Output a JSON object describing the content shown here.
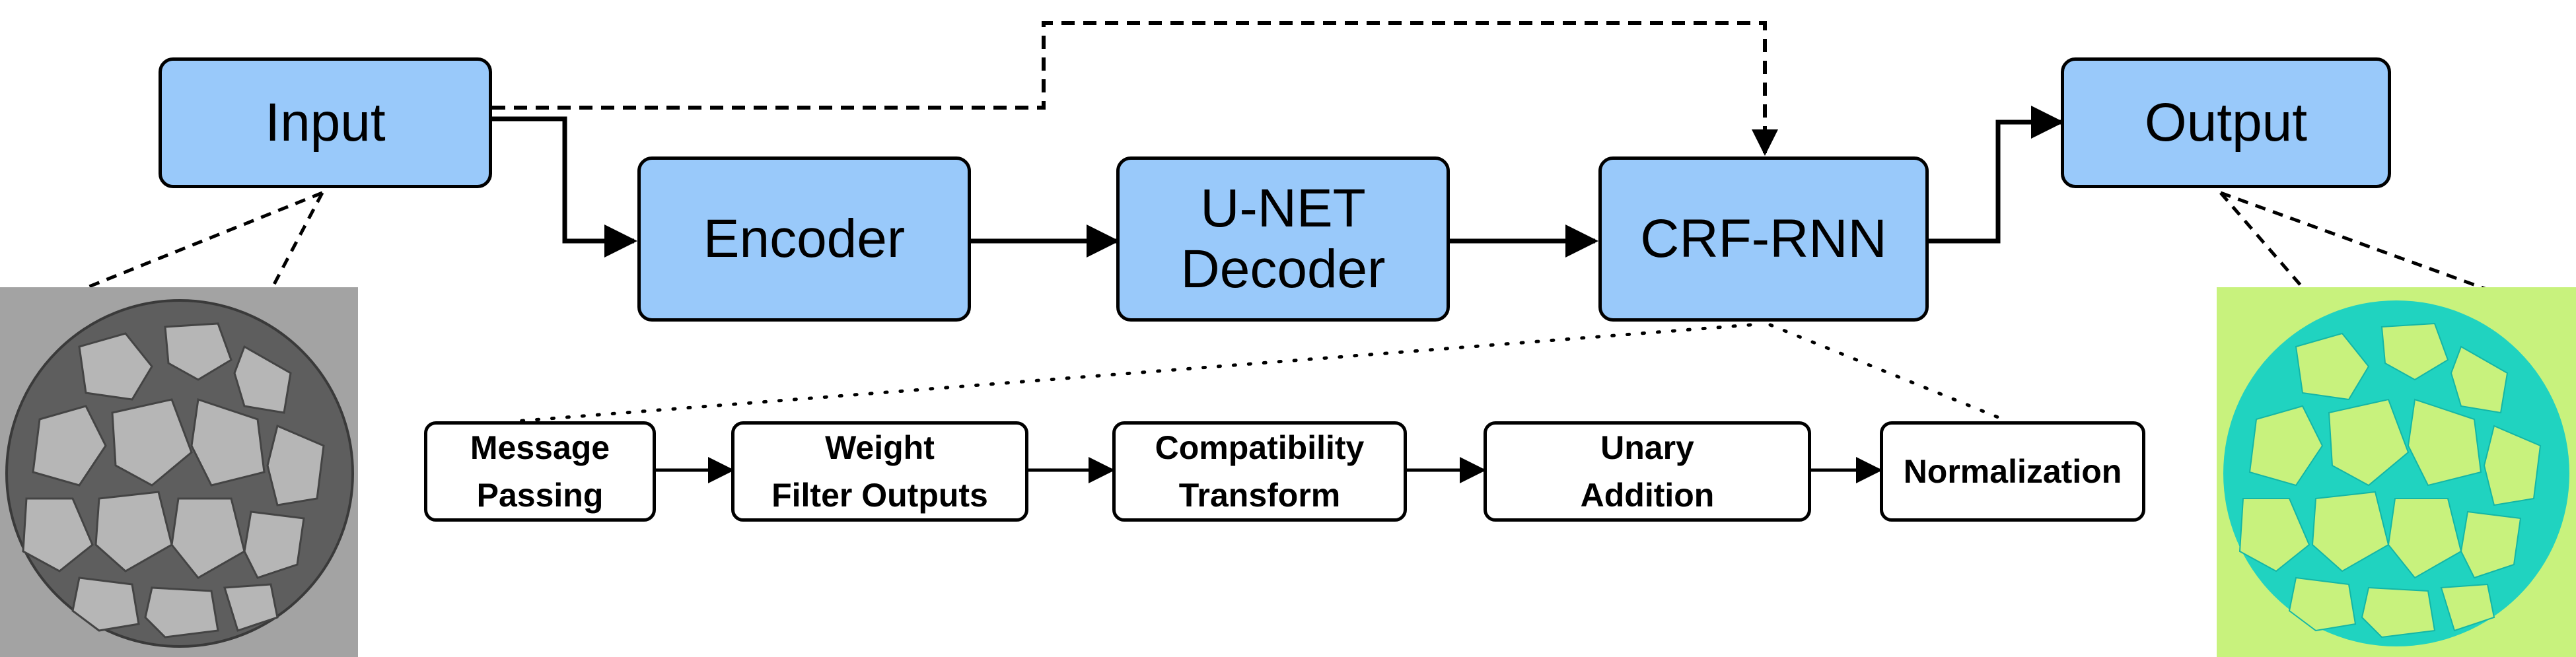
{
  "main_blocks": {
    "input": "Input",
    "encoder": "Encoder",
    "decoder_line1": "U-NET",
    "decoder_line2": "Decoder",
    "crf": "CRF-RNN",
    "output": "Output"
  },
  "crf_steps": [
    {
      "line1": "Message",
      "line2": "Passing"
    },
    {
      "line1": "Weight",
      "line2": "Filter Outputs"
    },
    {
      "line1": "Compatibility",
      "line2": "Transform"
    },
    {
      "line1": "Unary",
      "line2": "Addition"
    },
    {
      "line1": "Normalization",
      "line2": ""
    }
  ],
  "colors": {
    "block_fill": "#99c9fa",
    "input_scan_bg": "#a3a3a3",
    "output_mask_bg": "#c8f27d",
    "output_mask_particles": "#20d3c0"
  },
  "images": {
    "input_scan": "grayscale-ct-cross-section",
    "output_mask": "segmentation-mask"
  }
}
